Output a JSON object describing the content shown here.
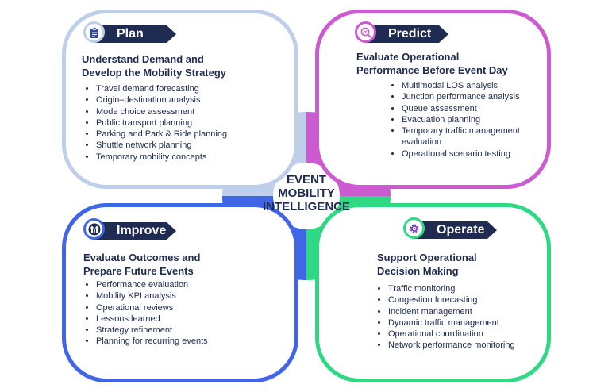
{
  "center": {
    "line1": "EVENT",
    "line2": "MOBILITY",
    "line3": "INTELLIGENCE"
  },
  "colors": {
    "navy": "#1f2b50",
    "plan": "#bfcfea",
    "predict": "#cc5bd2",
    "improve": "#4065e6",
    "operate": "#2fd983"
  },
  "plan": {
    "label": "Plan",
    "icon": "clipboard-icon",
    "heading_line1": "Understand Demand and",
    "heading_line2": "Develop the Mobility Strategy",
    "items": [
      "Travel demand forecasting",
      "Origin–destination analysis",
      "Mode choice assessment",
      "Public transport planning",
      "Parking and Park & Ride planning",
      "Shuttle network planning",
      "Temporary mobility concepts"
    ]
  },
  "predict": {
    "label": "Predict",
    "icon": "search-analytics-icon",
    "heading_line1": "Evaluate Operational",
    "heading_line2": "Performance Before Event Day",
    "items": [
      "Multimodal LOS analysis",
      "Junction performance analysis",
      "Queue assessment",
      "Evacuation planning",
      "Temporary traffic management",
      "evaluation",
      "Operational scenario testing"
    ]
  },
  "improve": {
    "label": "Improve",
    "icon": "growth-arrows-icon",
    "heading_line1": "Evaluate Outcomes and",
    "heading_line2": "Prepare Future Events",
    "items": [
      "Performance evaluation",
      "Mobility KPI analysis",
      "Operational reviews",
      "Lessons learned",
      "Strategy refinement",
      "Planning for recurring events"
    ]
  },
  "operate": {
    "label": "Operate",
    "icon": "gear-icon",
    "heading_line1": "Support Operational",
    "heading_line2": "Decision Making",
    "items": [
      "Traffic monitoring",
      "Congestion forecasting",
      "Incident management",
      "Dynamic traffic management",
      "Operational coordination",
      "Network performance monitoring"
    ]
  }
}
